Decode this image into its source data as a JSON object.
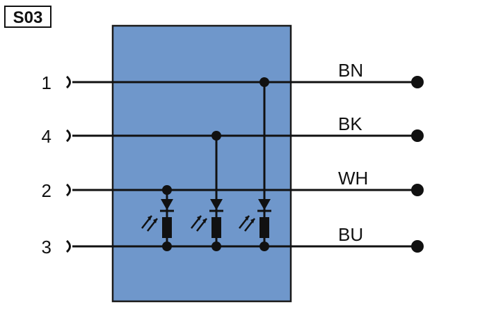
{
  "badge": "S03",
  "pins": [
    "1",
    "4",
    "2",
    "3"
  ],
  "wire_colors": [
    "BN",
    "BK",
    "WH",
    "BU"
  ],
  "colors": {
    "housing_fill": "#6f97cb",
    "housing_border": "#1a1a1a",
    "line": "#111111"
  },
  "icons": {
    "input": "socket-contact-icon",
    "output": "wire-end-dot-icon",
    "indicator": "led-icon"
  }
}
